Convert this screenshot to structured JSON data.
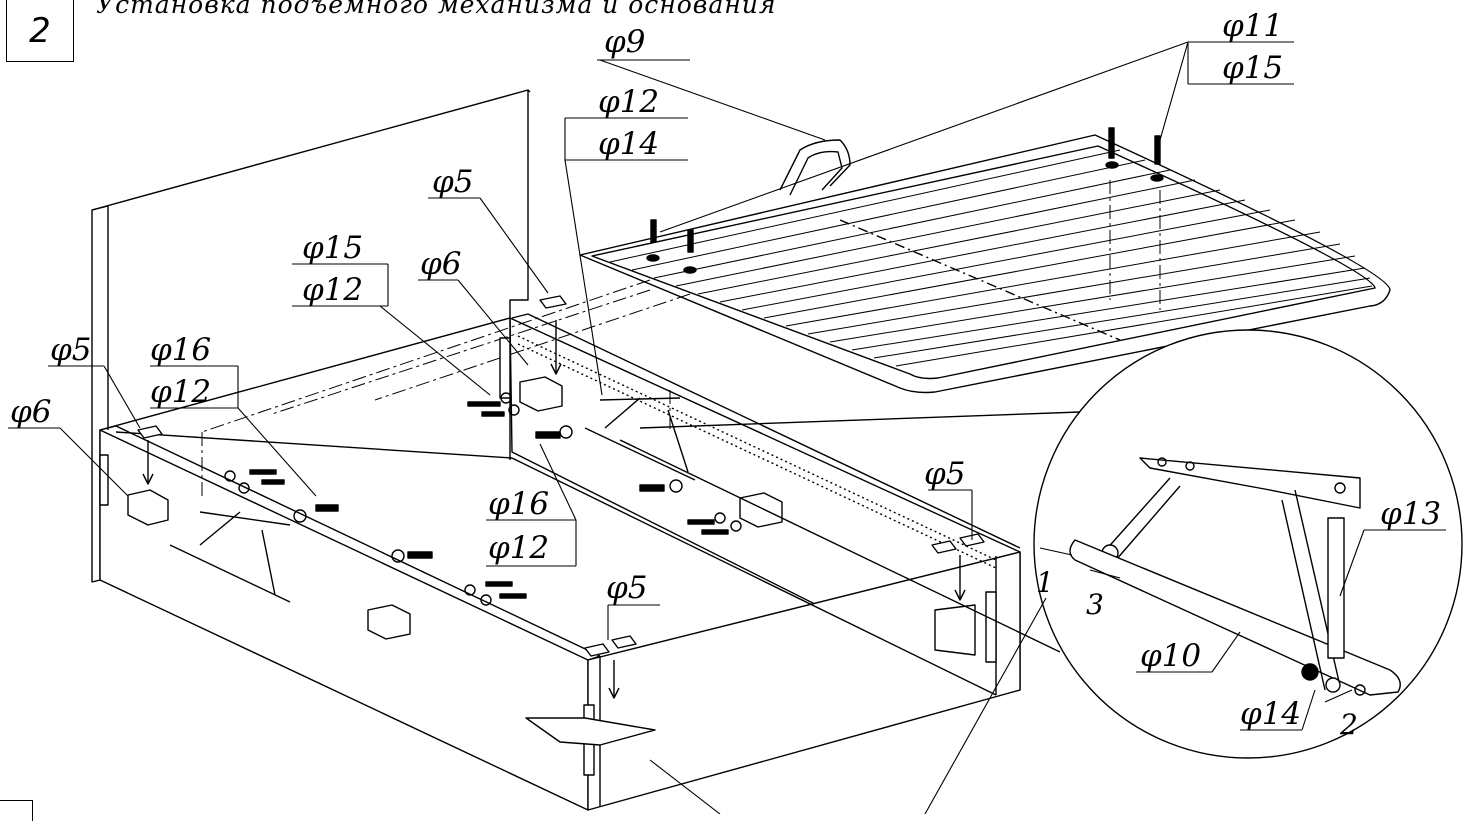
{
  "step": {
    "number": "2",
    "title": "Установка подъемного механизма и основания"
  },
  "parts": {
    "f9": "φ9",
    "f11": "φ11",
    "f15_a": "φ15",
    "f12_a": "φ12",
    "f14_a": "φ14",
    "f5_a": "φ5",
    "f6_a": "φ6",
    "f15_b": "φ15",
    "f12_b": "φ12",
    "f5_b": "φ5",
    "f16_a": "φ16",
    "f12_c": "φ12",
    "f6_b": "φ6",
    "f16_b": "φ16",
    "f12_d": "φ12",
    "f5_c": "φ5",
    "f5_d": "φ5",
    "f13": "φ13",
    "f10": "φ10",
    "f14_b": "φ14"
  },
  "detail_callouts": {
    "c1": "1",
    "c2": "2",
    "c3": "3"
  },
  "colors": {
    "line": "#000000",
    "paper": "#ffffff"
  }
}
